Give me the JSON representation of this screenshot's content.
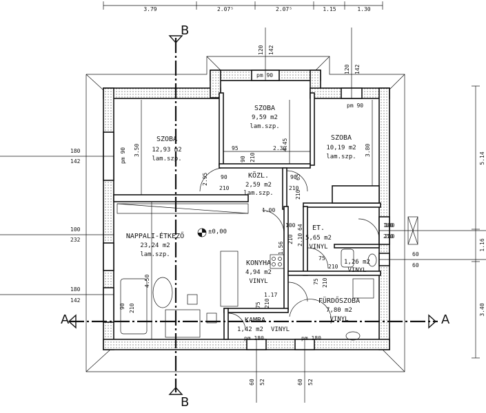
{
  "top_dims": [
    "3.79",
    "2.07⁵",
    "2.07⁵",
    "1.15",
    "1.30"
  ],
  "right_dims": [
    "5.14",
    "1.16",
    "3.40"
  ],
  "rooms": [
    {
      "name": "SZOBA",
      "area": "12,93 m2",
      "floor": "lam.szp."
    },
    {
      "name": "SZOBA",
      "area": "9,59 m2",
      "floor": "lam.szp."
    },
    {
      "name": "SZOBA",
      "area": "10,19 m2",
      "floor": "lam.szp."
    },
    {
      "name": "KÖZL.",
      "area": "2,59 m2",
      "floor": "lam.szp."
    },
    {
      "name": "NAPPALI-ÉTKEZŐ",
      "area": "23,24 m2",
      "floor": "lam.szp."
    },
    {
      "name": "ET.",
      "area": "5,65 m2",
      "floor": "VINYL"
    },
    {
      "name": "KONYHA",
      "area": "4,94 m2",
      "floor": "VINYL"
    },
    {
      "name": "FÜRDŐSZOBA",
      "area": "7,80 m2",
      "floor": "VINYL"
    },
    {
      "name": "KAMRA",
      "area": "1,42 m2",
      "floor": "VINYL"
    },
    {
      "area": "1,26 m2",
      "floor": "VINYL"
    }
  ],
  "sections": {
    "a": "A",
    "b": "B"
  },
  "level": "±0,00",
  "left_openings": [
    {
      "w": "180",
      "h": "142"
    },
    {
      "w": "100",
      "h": "232"
    },
    {
      "w": "180",
      "h": "142"
    }
  ],
  "right_openings": [
    {
      "w": "100",
      "h": "210"
    },
    {
      "w": "60",
      "h": "60"
    }
  ],
  "top_openings": [
    {
      "w": "120",
      "h": "142"
    },
    {
      "w": "120",
      "h": "142"
    }
  ],
  "bottom_openings": [
    {
      "w": "60",
      "h": "52"
    },
    {
      "w": "60",
      "h": "52"
    }
  ],
  "inner_dims": [
    "3.50",
    "4.50",
    "4.45",
    "3.80",
    "2.30",
    "95",
    "2.95",
    "1.00",
    "1.56",
    "1.17",
    "64",
    "2.10",
    "100",
    "210"
  ],
  "door_marks": [
    "pm 90",
    "pm 90",
    "pm 90",
    "pm 180",
    "pm 180",
    "90",
    "210",
    "90",
    "210",
    "90",
    "210",
    "75",
    "210",
    "75",
    "210",
    "90",
    "210",
    "100",
    "210",
    "75",
    "210",
    "65",
    "210"
  ]
}
